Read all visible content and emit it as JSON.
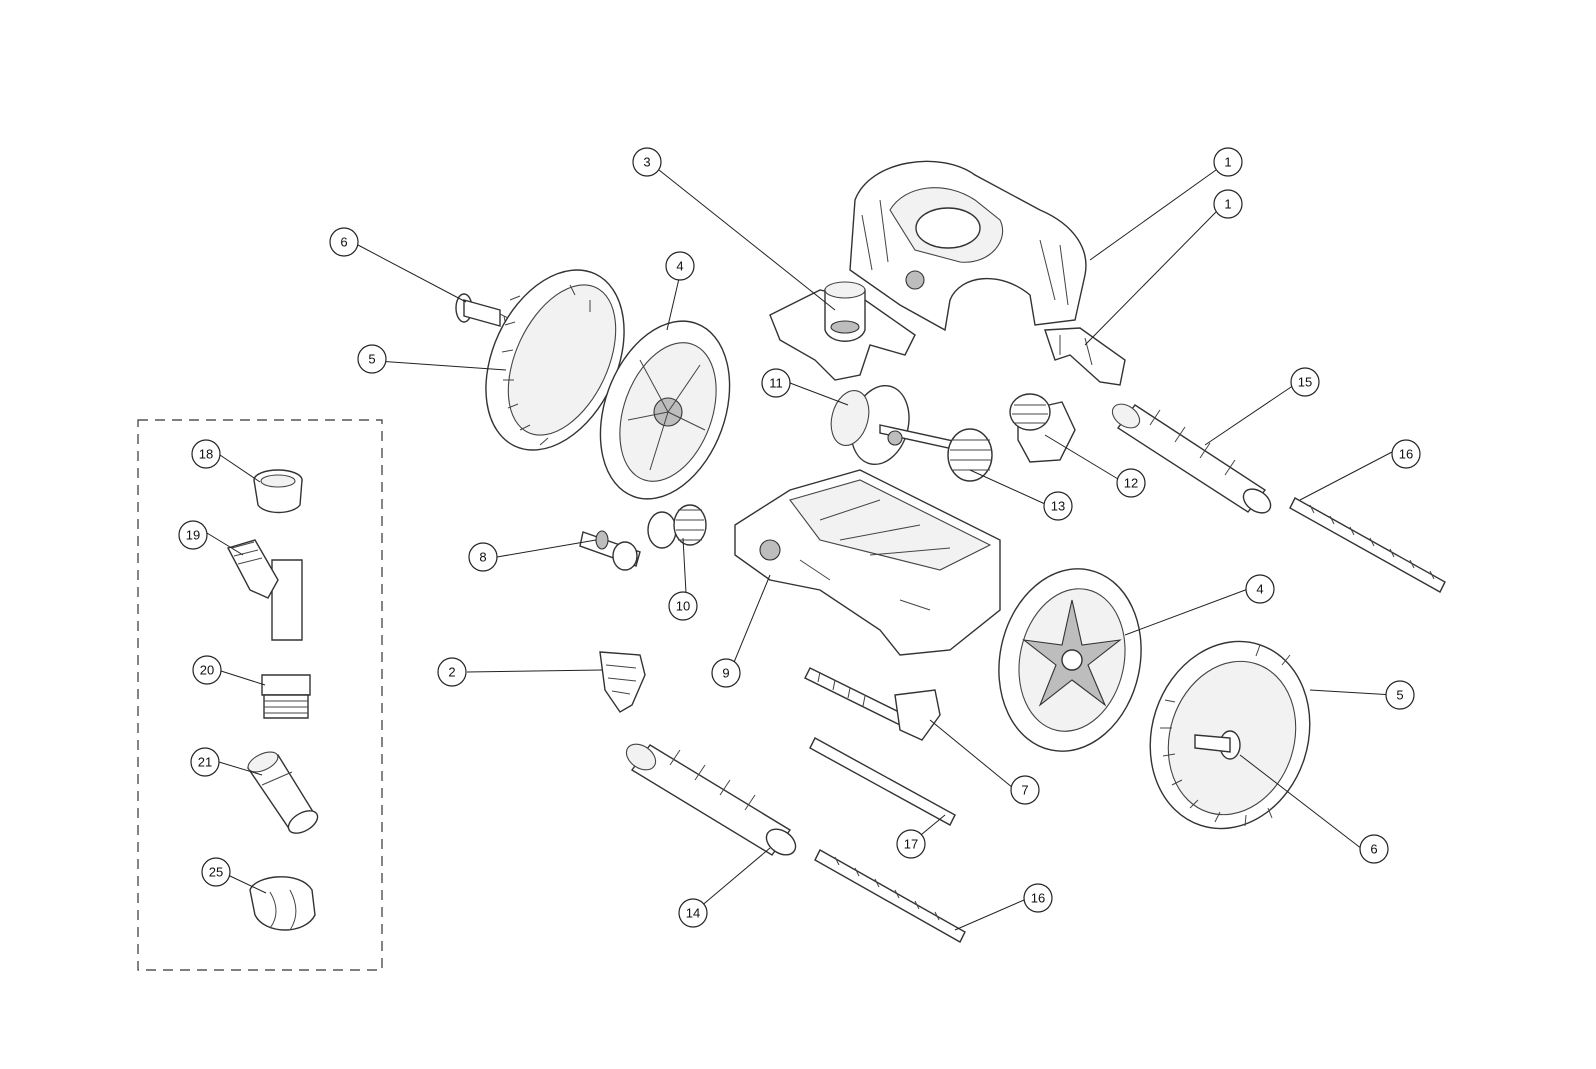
{
  "callouts": [
    {
      "id": "c1a",
      "label": "1"
    },
    {
      "id": "c1b",
      "label": "1"
    },
    {
      "id": "c2",
      "label": "2"
    },
    {
      "id": "c3",
      "label": "3"
    },
    {
      "id": "c4a",
      "label": "4"
    },
    {
      "id": "c4b",
      "label": "4"
    },
    {
      "id": "c5a",
      "label": "5"
    },
    {
      "id": "c5b",
      "label": "5"
    },
    {
      "id": "c6a",
      "label": "6"
    },
    {
      "id": "c6b",
      "label": "6"
    },
    {
      "id": "c7",
      "label": "7"
    },
    {
      "id": "c8",
      "label": "8"
    },
    {
      "id": "c9",
      "label": "9"
    },
    {
      "id": "c10",
      "label": "10"
    },
    {
      "id": "c11",
      "label": "11"
    },
    {
      "id": "c12",
      "label": "12"
    },
    {
      "id": "c13",
      "label": "13"
    },
    {
      "id": "c14",
      "label": "14"
    },
    {
      "id": "c15",
      "label": "15"
    },
    {
      "id": "c16a",
      "label": "16"
    },
    {
      "id": "c16b",
      "label": "16"
    },
    {
      "id": "c17",
      "label": "17"
    },
    {
      "id": "c18",
      "label": "18"
    },
    {
      "id": "c19",
      "label": "19"
    },
    {
      "id": "c20",
      "label": "20"
    },
    {
      "id": "c21",
      "label": "21"
    },
    {
      "id": "c25",
      "label": "25"
    }
  ]
}
